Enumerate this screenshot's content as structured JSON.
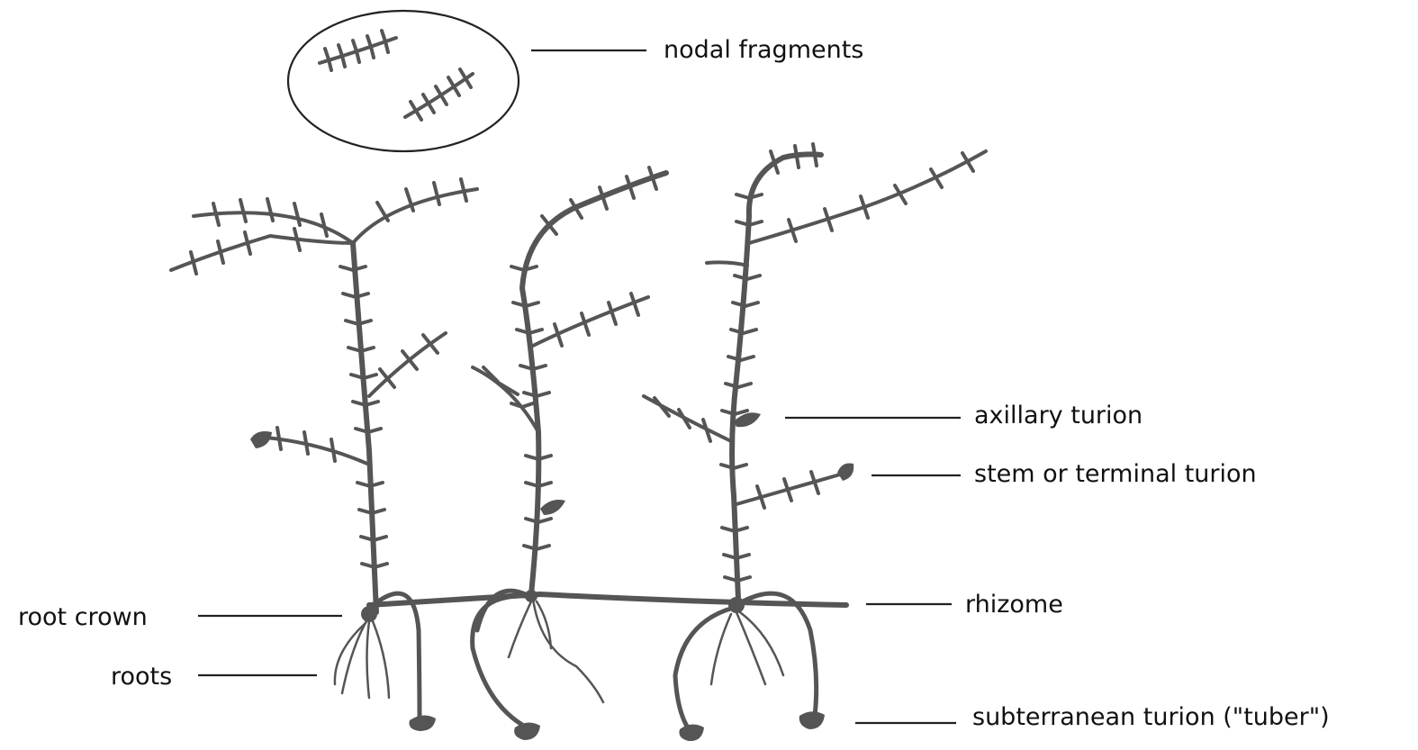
{
  "labels": {
    "nodal_fragments": "nodal fragments",
    "axillary_turion": "axillary turion",
    "stem_turion": "stem or terminal turion",
    "rhizome": "rhizome",
    "root_crown": "root crown",
    "roots": "roots",
    "subterranean_turion": "subterranean turion (\"tuber\")"
  },
  "colors": {
    "plant": "#555555",
    "lines": "#222222",
    "background": "#ffffff"
  }
}
